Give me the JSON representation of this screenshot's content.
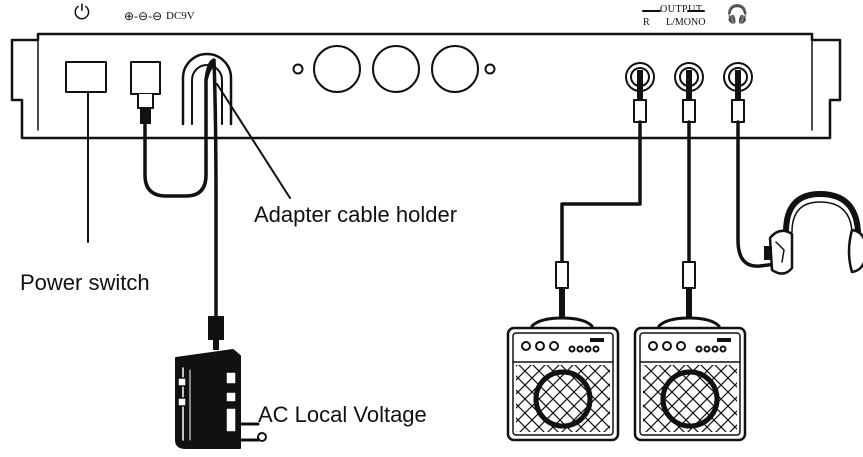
{
  "callouts": {
    "power_switch": "Power switch",
    "adapter_cable_holder": "Adapter cable holder",
    "ac_local_voltage": "AC Local Voltage"
  },
  "panel": {
    "power_symbol": "⏻",
    "dc_polarity": "⊕-⊖-⊖",
    "dc_label": "DC9V",
    "output_label": "OUTPUT",
    "output_r": "R",
    "output_lmono": "L/MONO",
    "headphone_symbol": "🎧"
  }
}
